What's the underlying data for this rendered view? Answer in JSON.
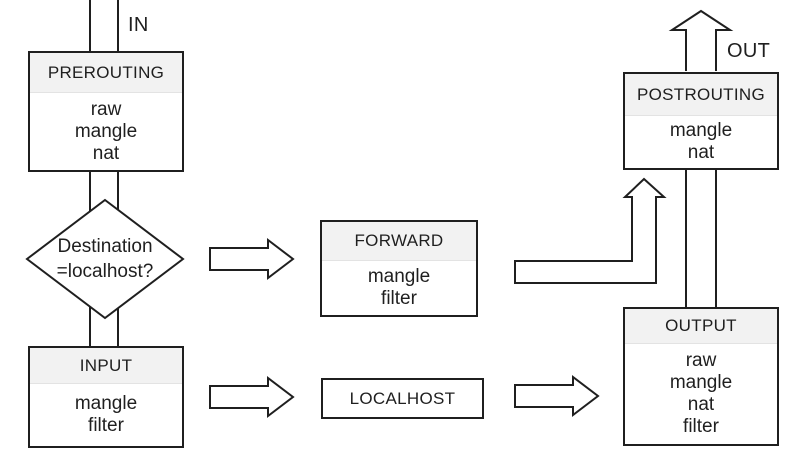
{
  "labels": {
    "in": "IN",
    "out": "OUT"
  },
  "nodes": {
    "prerouting": {
      "title": "PREROUTING",
      "tables": [
        "raw",
        "mangle",
        "nat"
      ]
    },
    "decision": {
      "line1": "Destination",
      "line2": "=localhost?"
    },
    "input": {
      "title": "INPUT",
      "tables": [
        "mangle",
        "filter"
      ]
    },
    "forward": {
      "title": "FORWARD",
      "tables": [
        "mangle",
        "filter"
      ]
    },
    "localhost": {
      "title": "LOCALHOST"
    },
    "postrouting": {
      "title": "POSTROUTING",
      "tables": [
        "mangle",
        "nat"
      ]
    },
    "output": {
      "title": "OUTPUT",
      "tables": [
        "raw",
        "mangle",
        "nat",
        "filter"
      ]
    }
  },
  "colors": {
    "line": "#1f1f1f",
    "text": "#1f1f1f",
    "header_bg": "#f2f2f2",
    "header_divider": "#e3e3e3",
    "background": "#ffffff"
  }
}
